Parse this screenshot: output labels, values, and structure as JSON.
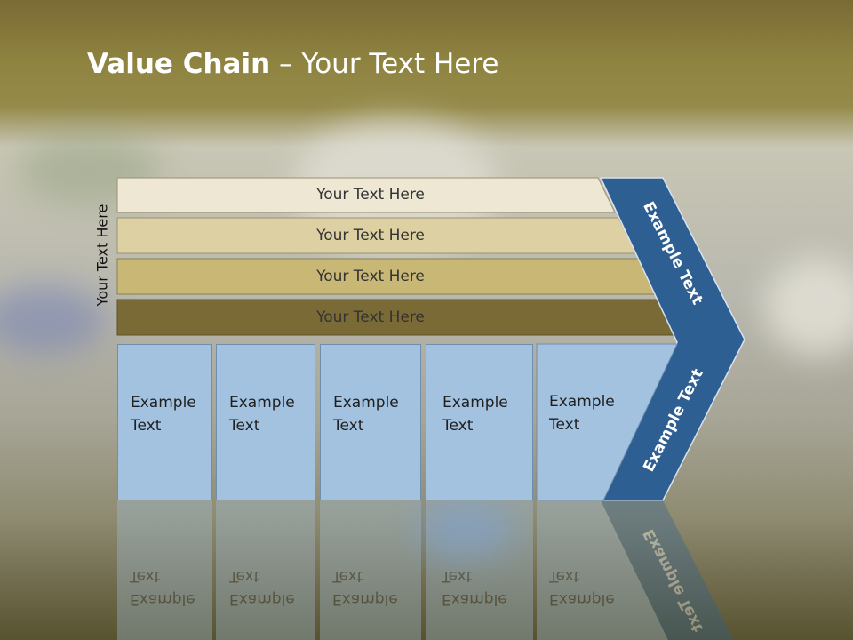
{
  "slide": {
    "title_bold": "Value Chain",
    "title_rest": " – Your Text Here",
    "side_label": "Your Text Here"
  },
  "bars": [
    {
      "label": "Your Text Here",
      "color": "#ede7d4"
    },
    {
      "label": "Your Text Here",
      "color": "#ddd1a3"
    },
    {
      "label": "Your Text Here",
      "color": "#c9b875"
    },
    {
      "label": "Your Text Here",
      "color": "#7a6a36"
    }
  ],
  "boxes": [
    {
      "line1": "Example",
      "line2": "Text"
    },
    {
      "line1": "Example",
      "line2": "Text"
    },
    {
      "line1": "Example",
      "line2": "Text"
    },
    {
      "line1": "Example",
      "line2": "Text"
    },
    {
      "line1": "Example",
      "line2": "Text"
    }
  ],
  "chevron": {
    "upper_label": "Example Text",
    "lower_label": "Example Text",
    "color": "#2e5f93"
  }
}
